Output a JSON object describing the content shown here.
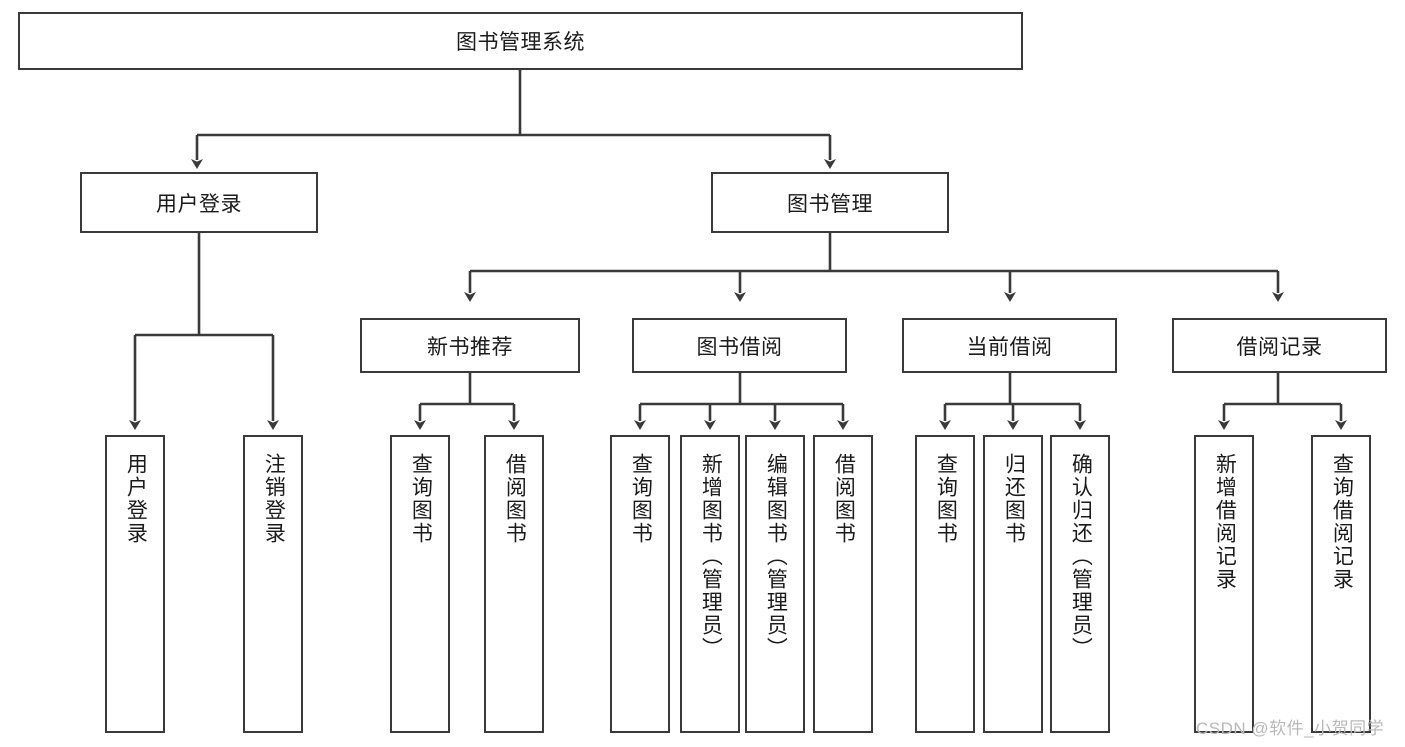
{
  "diagram": {
    "title": "图书管理系统",
    "type": "hierarchy-tree",
    "colors": {
      "stroke": "#3a3a3a",
      "fill": "#ffffff",
      "text": "#1b1b1b",
      "watermark": "#b9b9b9"
    },
    "root": {
      "label": "图书管理系统"
    },
    "level2": [
      {
        "label": "用户登录"
      },
      {
        "label": "图书管理"
      }
    ],
    "level3": [
      {
        "label": "新书推荐"
      },
      {
        "label": "图书借阅"
      },
      {
        "label": "当前借阅"
      },
      {
        "label": "借阅记录"
      }
    ],
    "leaves": {
      "user_login": [
        {
          "label": "用户登录"
        },
        {
          "label": "注销登录"
        }
      ],
      "new_book_recommend": [
        {
          "label": "查询图书"
        },
        {
          "label": "借阅图书"
        }
      ],
      "book_borrow": [
        {
          "label": "查询图书"
        },
        {
          "label": "新增图书（管理员）"
        },
        {
          "label": "编辑图书（管理员）"
        },
        {
          "label": "借阅图书"
        }
      ],
      "current_borrow": [
        {
          "label": "查询图书"
        },
        {
          "label": "归还图书"
        },
        {
          "label": "确认归还（管理员）"
        }
      ],
      "borrow_record": [
        {
          "label": "新增借阅记录"
        },
        {
          "label": "查询借阅记录"
        }
      ]
    }
  },
  "watermark": {
    "text": "CSDN @软件_小贺同学"
  }
}
